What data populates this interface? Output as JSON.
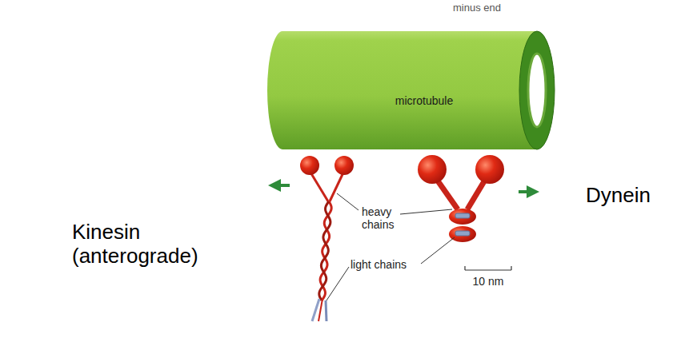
{
  "diagram": {
    "nodes": [
      {
        "text": [
          "microtubule"
        ]
      }
    ],
    "labels": [
      "minus end",
      "heavy chains",
      "light chains",
      "10 nm",
      "Kinesin (anterograde)",
      "Dynein"
    ]
  }
}
